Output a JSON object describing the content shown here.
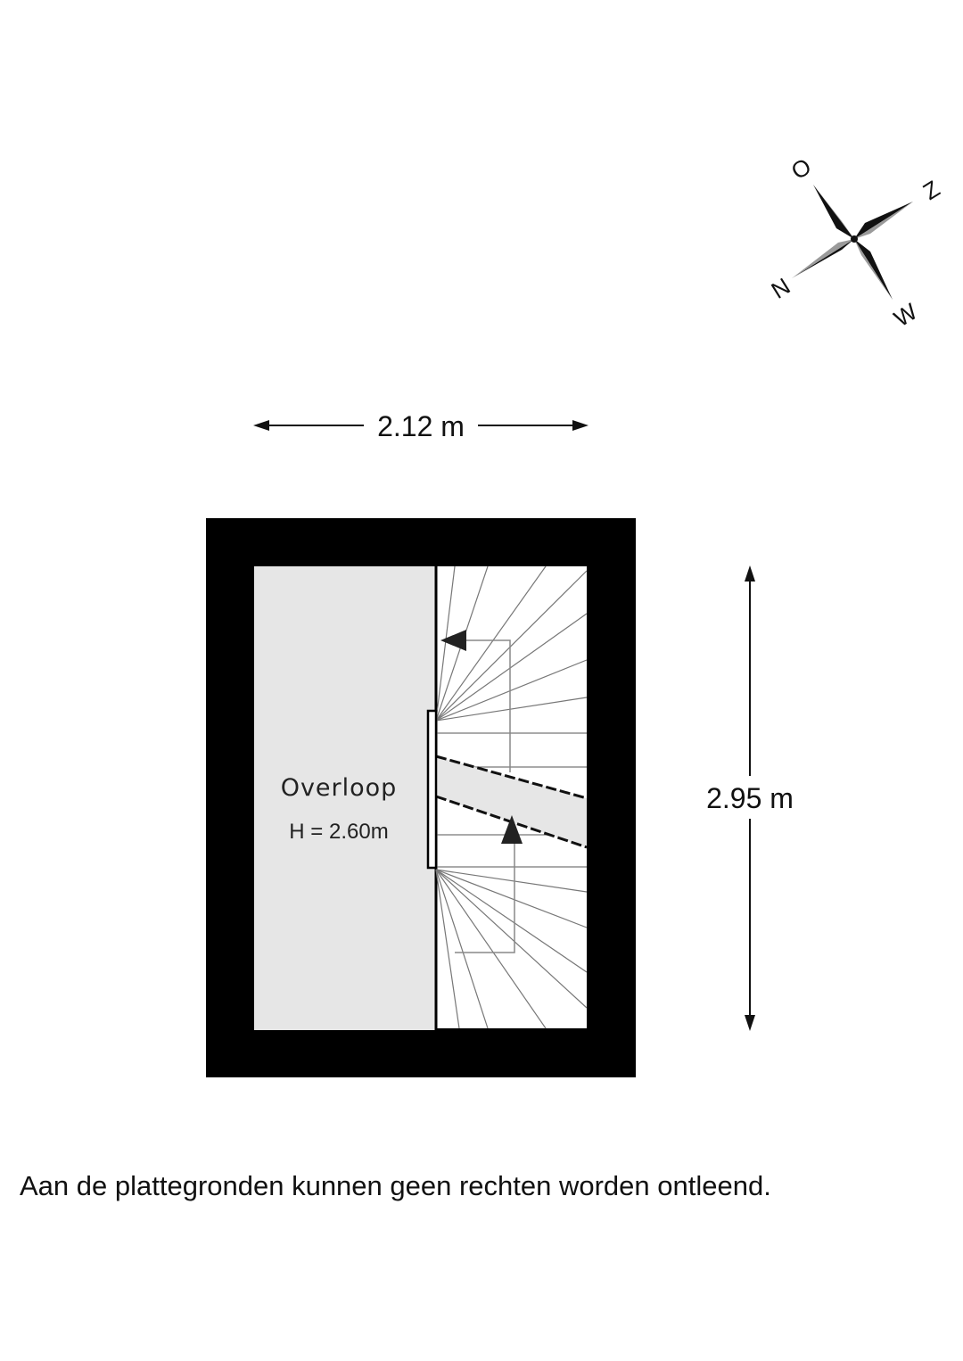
{
  "compass": {
    "letters": [
      "O",
      "Z",
      "N",
      "W"
    ],
    "colors": {
      "dark": "#111111",
      "light": "#9a9a9a"
    }
  },
  "dimensions": {
    "width_label": "2.12 m",
    "height_label": "2.95 m"
  },
  "room": {
    "name": "Overloop",
    "height": "H = 2.60m",
    "floor_color": "#e6e6e6",
    "wall_color": "#000000"
  },
  "staircase": {
    "direction_icons": [
      "arrow-left-icon",
      "arrow-up-icon"
    ]
  },
  "disclaimer": "Aan de plattegronden kunnen geen rechten worden ontleend."
}
